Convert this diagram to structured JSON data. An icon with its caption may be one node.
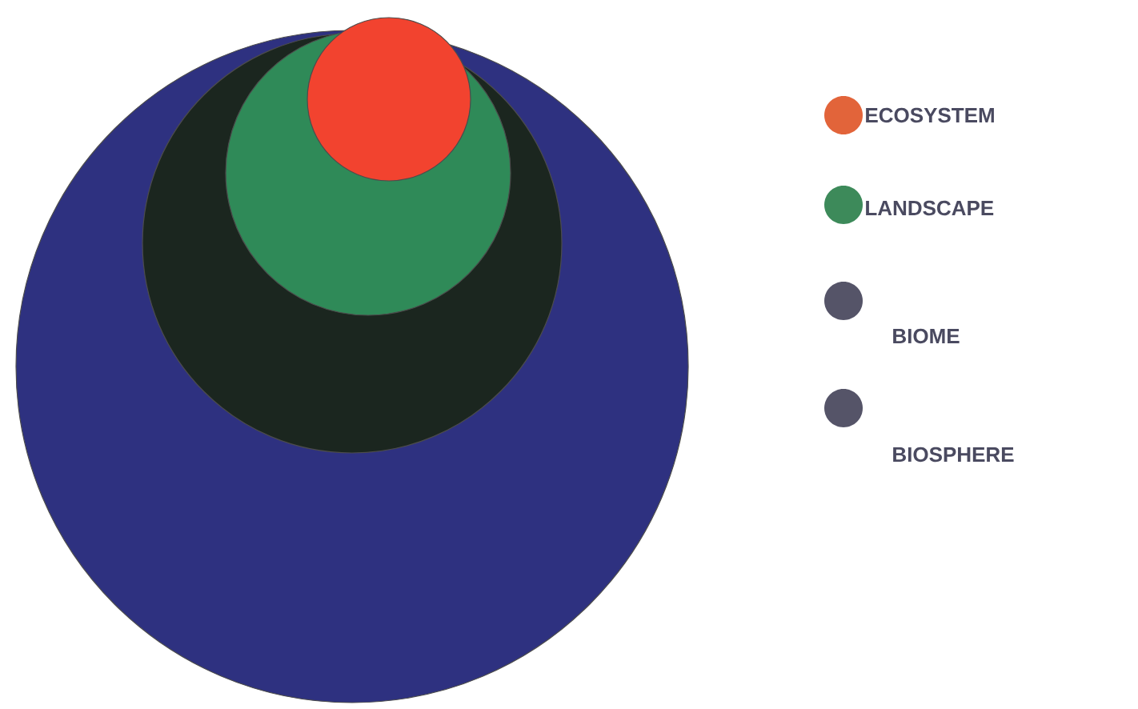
{
  "diagram": {
    "nodes": [
      {
        "text": [],
        "shape": "circle"
      },
      {
        "text": [],
        "shape": "circle",
        "in": 0
      },
      {
        "text": [],
        "shape": "circle",
        "in": 1
      },
      {
        "text": [],
        "shape": "circle",
        "in": 2
      }
    ],
    "legend": [
      {
        "text": "ECOSYSTEM",
        "color": "#e2643a"
      },
      {
        "text": "LANDSCAPE",
        "color": "#3d8a5a"
      },
      {
        "text": "BIOME",
        "color": "#555468"
      },
      {
        "text": "BIOSPHERE",
        "color": "#555468"
      }
    ]
  }
}
